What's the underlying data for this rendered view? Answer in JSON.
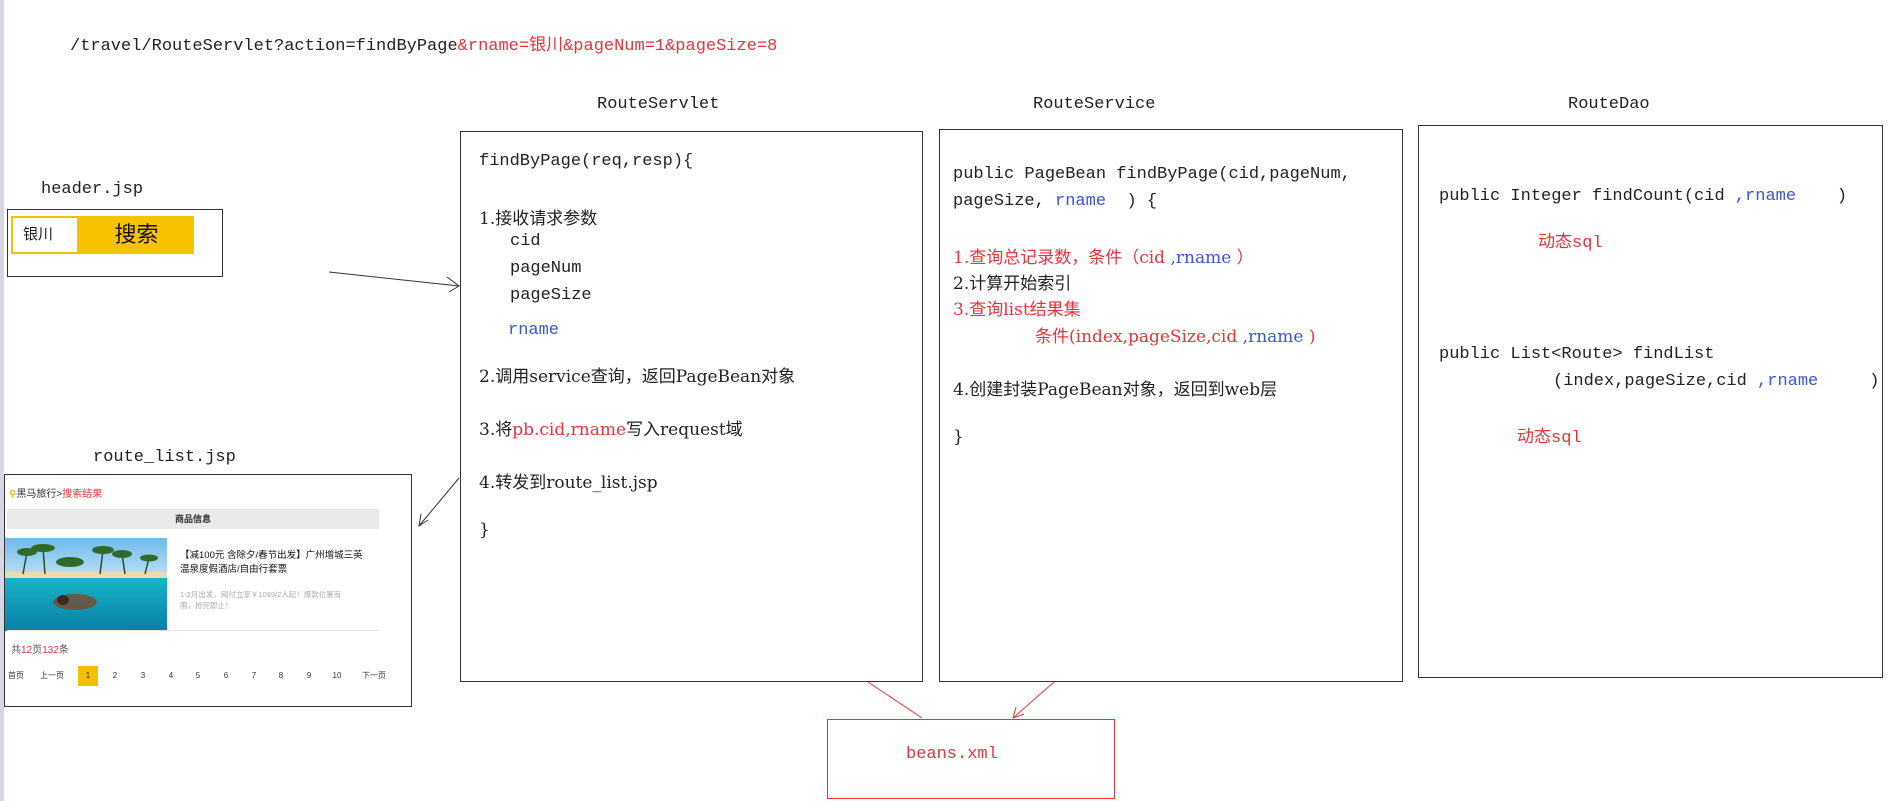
{
  "url": {
    "prefix": "/travel/RouteServlet?action=findByPage",
    "suffix": "&rname=银川&pageNum=1&pageSize=8"
  },
  "labels": {
    "servlet": "RouteServlet",
    "service": "RouteService",
    "dao": "RouteDao",
    "header_jsp": "header.jsp",
    "route_list_jsp": "route_list.jsp",
    "beans": "beans.xml"
  },
  "header_mock": {
    "input_value": "银川",
    "search_button": "搜索"
  },
  "route_list_mock": {
    "crumb_prefix": "黑马旅行>",
    "crumb_current": "搜索结果",
    "bar": "商品信息",
    "product_title": "【减100元 含除夕/春节出发】广州增城三英温泉度假酒店/自由行套票",
    "product_desc": "1-2月出发，网付立享￥1099/2人起！爆款位置有限，抢完即止！",
    "count_prefix": "共",
    "count_pages": "12",
    "count_mid": "页",
    "count_total": "132",
    "count_suffix": "条",
    "pagination": [
      "首页",
      "上一页",
      "1",
      "2",
      "3",
      "4",
      "5",
      "6",
      "7",
      "8",
      "9",
      "10",
      "下一页"
    ],
    "active_page": "1"
  },
  "servlet_box": {
    "method": "findByPage(req,resp){",
    "step1": "1.接收请求参数",
    "param_cid": "cid",
    "param_pagenum": "pageNum",
    "param_pagesize": "pageSize",
    "param_rname": "rname",
    "step2": "2.调用service查询，返回PageBean对象",
    "step3_a": "3.将",
    "step3_b": "pb.cid,rname",
    "step3_c": "写入request域",
    "step4": "4.转发到route_list.jsp",
    "close": "}"
  },
  "service_box": {
    "sig1": "public PageBean findByPage(cid,pageNum,",
    "sig2a": "pageSize,",
    "sig2b": "rname",
    "sig2c": ") {",
    "s1a": "1.查询总记录数，条件（cid",
    "s1b": ",rname",
    "s1c": "）",
    "s2": "2.计算开始索引",
    "s3": "3.查询list结果集",
    "s3b_a": "条件(index,pageSize,cid",
    "s3b_b": ",rname",
    "s3b_c": ")",
    "s4": "4.创建封装PageBean对象，返回到web层",
    "close": "}"
  },
  "dao_box": {
    "count_a": "public Integer findCount(cid",
    "count_b": ",rname",
    "count_c": ")",
    "count_note": "动态sql",
    "list_a": "public List<Route> findList",
    "list_b": "(index,pageSize,cid",
    "list_c": ",rname",
    "list_d": ")",
    "list_note": "动态sql"
  },
  "colors": {
    "red": "#e8333a",
    "blue": "#3b56d6",
    "yellow": "#f5c000"
  }
}
